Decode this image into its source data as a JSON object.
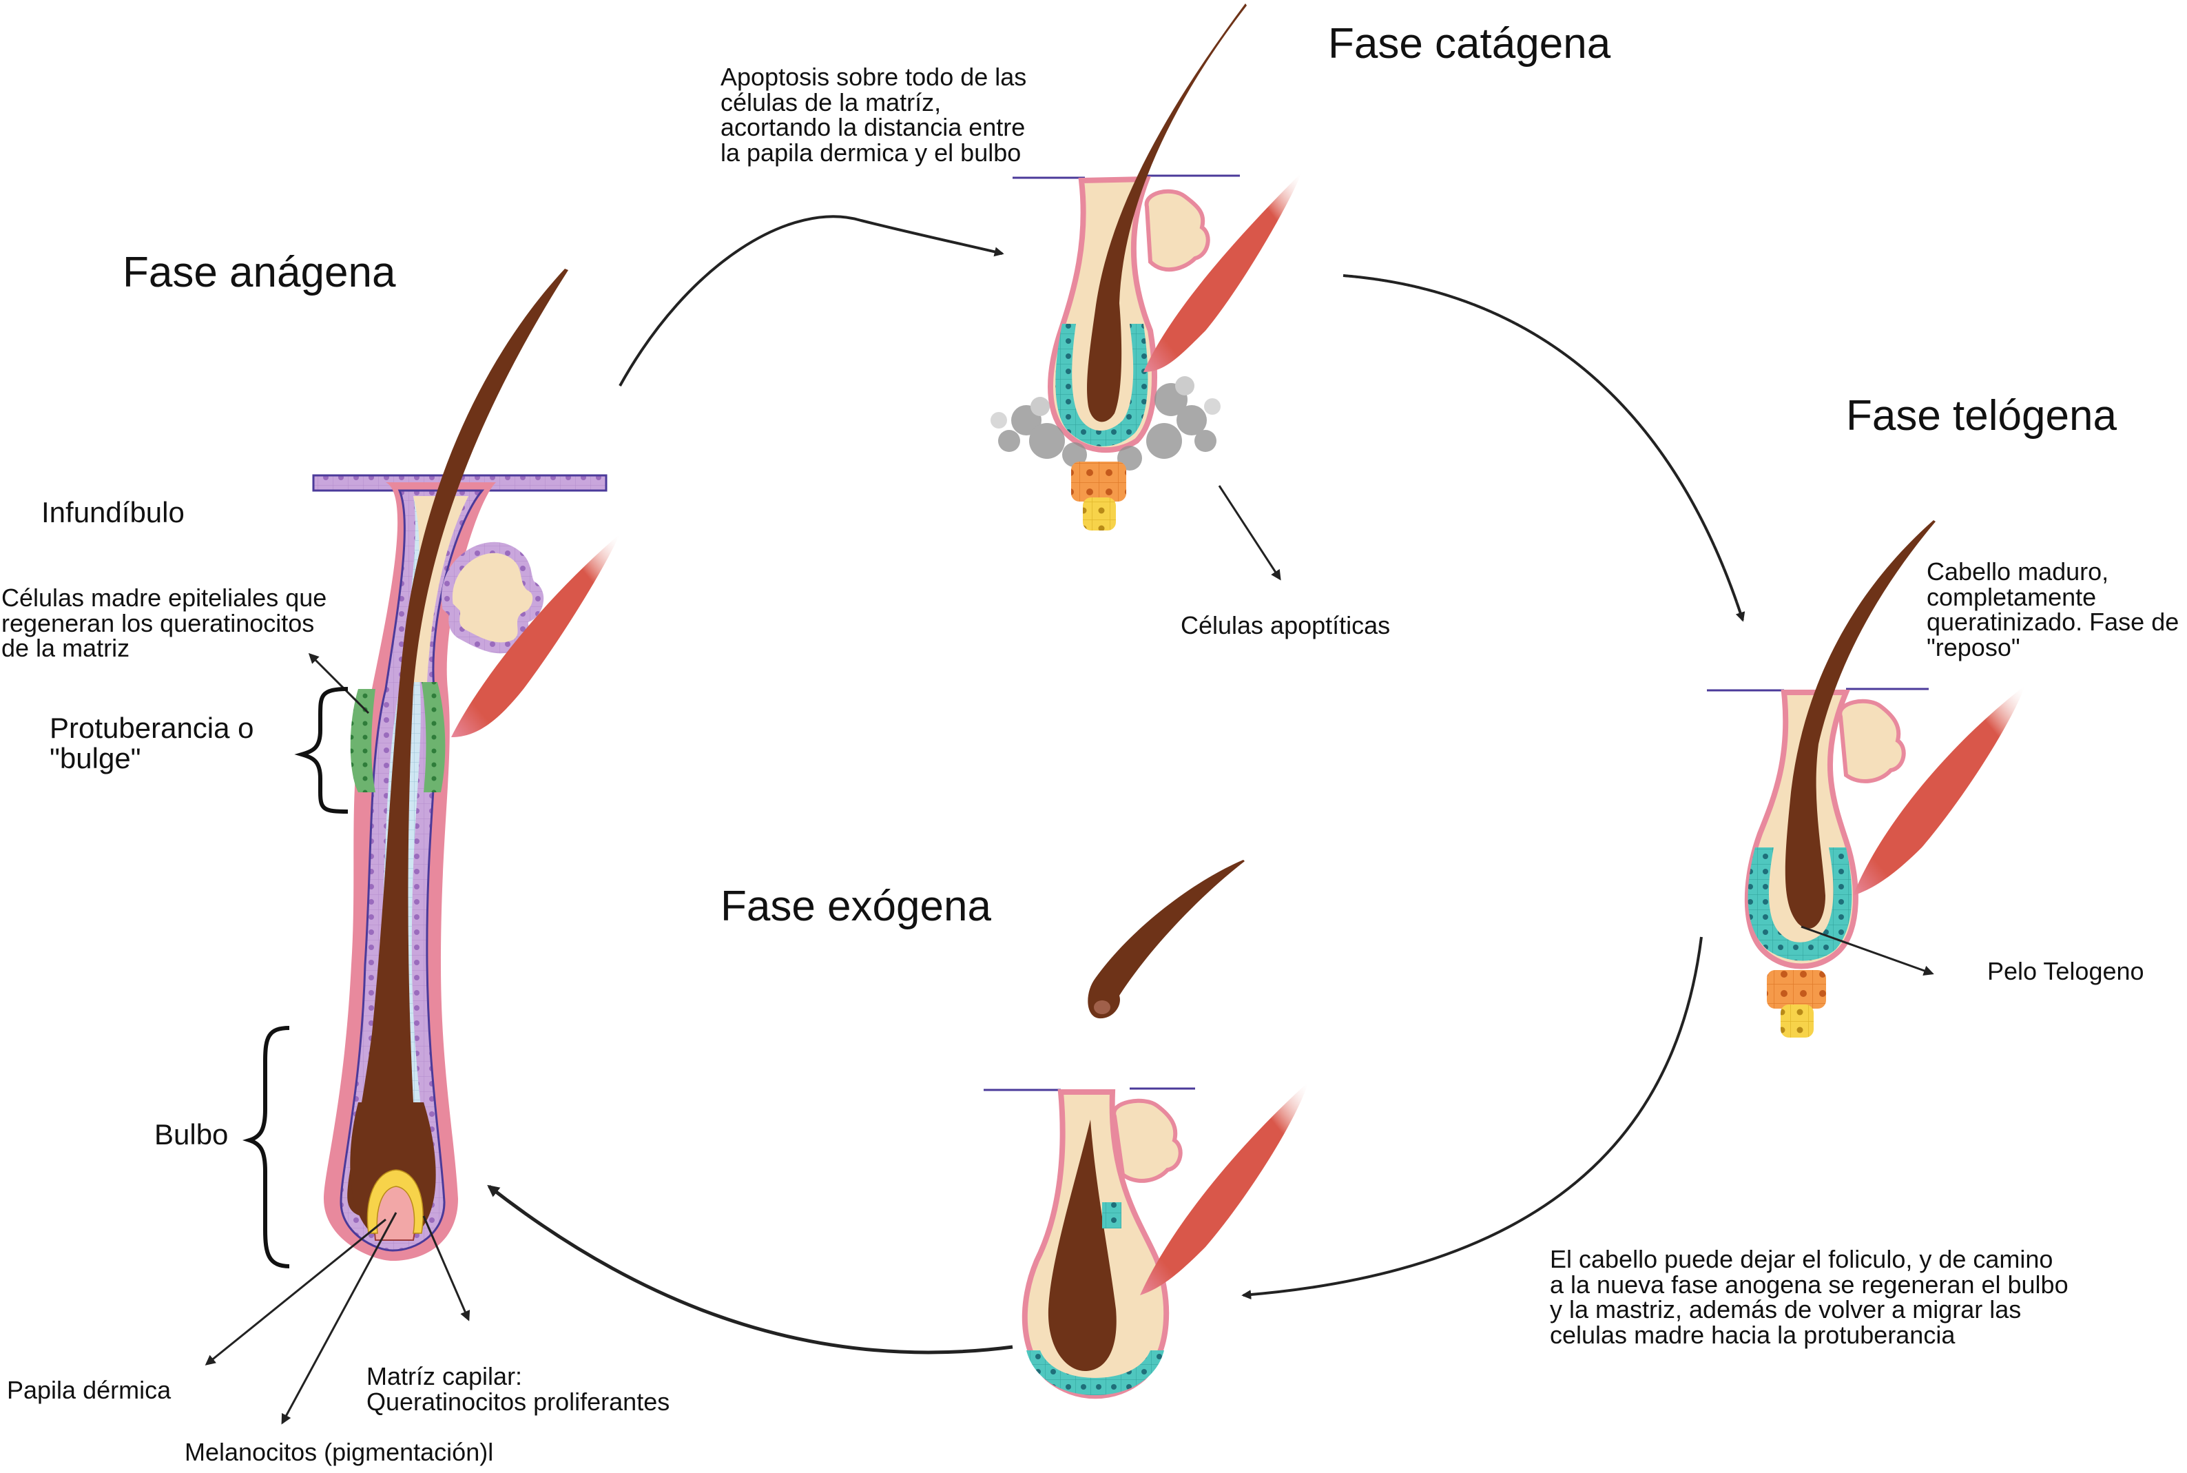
{
  "phases": {
    "anagen": {
      "title": "Fase anágena"
    },
    "catagen": {
      "title": "Fase catágena"
    },
    "telogen": {
      "title": "Fase telógena"
    },
    "exogen": {
      "title": "Fase exógena"
    }
  },
  "anagen_labels": {
    "infundibulo": "Infundíbulo",
    "stem_cells": "Células madre epiteliales que\nregeneran los queratinocitos\nde la matriz",
    "bulge": "Protuberancia o\n\"bulge\"",
    "bulbo": "Bulbo",
    "papila": "Papila dérmica",
    "melanocitos": "Melanocitos (pigmentación)l",
    "matriz": "Matríz capilar:\nQueratinocitos proliferantes"
  },
  "catagen_labels": {
    "description": "Apoptosis sobre todo de las\ncélulas de la matríz,\nacortando la distancia entre\nla papila dermica y el bulbo",
    "apoptotic": "Células apoptíticas"
  },
  "telogen_labels": {
    "description": "Cabello maduro,\ncompletamente\nqueratinizado. Fase de\n\"reposo\"",
    "pelo": "Pelo Telogeno"
  },
  "exogen_labels": {
    "description": "El cabello puede dejar el foliculo, y de camino\na la nueva fase anogena se regeneran el bulbo\ny la mastriz, además de volver a migrar las\ncelulas madre hacia la protuberancia"
  },
  "colors": {
    "hair": "#6e3318",
    "outer_sheath": "#e8899d",
    "basement": "#4b3a9a",
    "epithelium": "#c9a6dc",
    "inner_sheath": "#cfe6f2",
    "bulge_green": "#6db36f",
    "teal_cells": "#4fc7bf",
    "sebaceous": "#f5dfbb",
    "muscle": "#d9574a",
    "papilla": "#f2a7a7",
    "melanocyte_yellow": "#f7d34a",
    "dermal_orange": "#f59a4a",
    "apoptotic_gray": "#8d8d8d",
    "arrow": "#222222"
  }
}
